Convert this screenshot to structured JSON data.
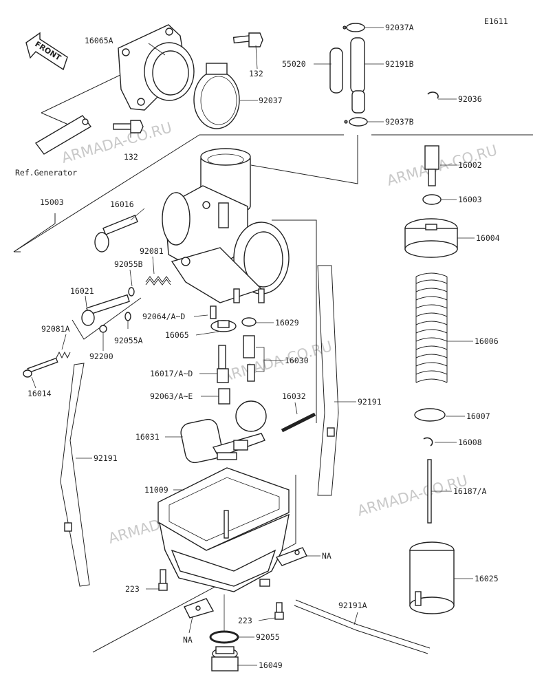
{
  "diagram_code": "E1611",
  "front_arrow_text": "FRONT",
  "watermark": "ARMADA-CO.RU",
  "ref_generator": "Ref.Generator",
  "labels": {
    "p16065A": "16065A",
    "p132a": "132",
    "p132b": "132",
    "p92037": "92037",
    "p92037A": "92037A",
    "p55020": "55020",
    "p92191B": "92191B",
    "p92037B": "92037B",
    "p92036": "92036",
    "p16002": "16002",
    "p16003": "16003",
    "p16004": "16004",
    "p15003": "15003",
    "p16016": "16016",
    "p92081": "92081",
    "p92055B": "92055B",
    "p16021": "16021",
    "p92081A": "92081A",
    "p92055A": "92055A",
    "p92200": "92200",
    "p16014": "16014",
    "p92064": "92064/A~D",
    "p16029": "16029",
    "p16065": "16065",
    "p16030": "16030",
    "p16017": "16017/A~D",
    "p92063": "92063/A~E",
    "p16006": "16006",
    "p16032": "16032",
    "p92191r": "92191",
    "p16031": "16031",
    "p16007": "16007",
    "p16008": "16008",
    "p92191l": "92191",
    "p11009": "11009",
    "p16187": "16187/A",
    "pNA1": "NA",
    "pNA2": "NA",
    "p223a": "223",
    "p223b": "223",
    "p16025": "16025",
    "p92191A": "92191A",
    "p92055": "92055",
    "p16049": "16049"
  }
}
